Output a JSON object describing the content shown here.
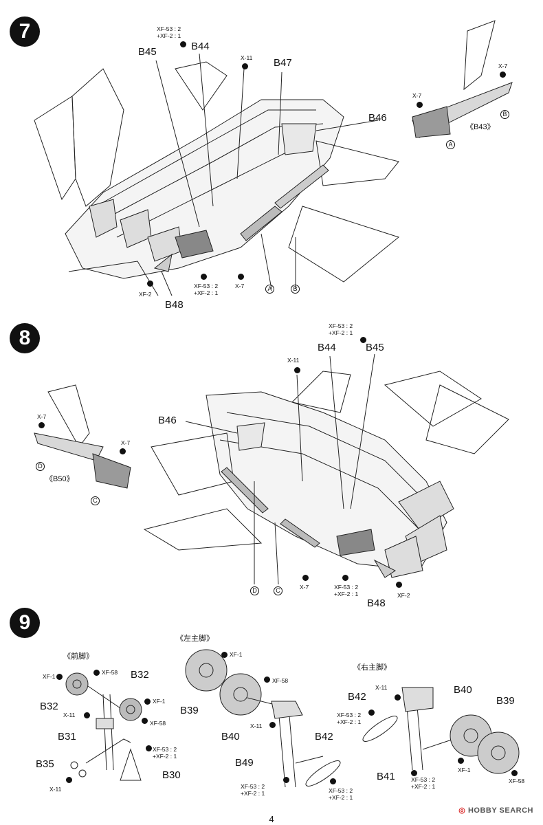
{
  "page_number": "4",
  "watermark": {
    "brand": "HOBBY",
    "rest": " SEARCH",
    "icon": "◎"
  },
  "paint_mix": "XF-53 : 2\n+XF-2 : 1",
  "steps": [
    {
      "number": "7"
    },
    {
      "number": "8"
    },
    {
      "number": "9"
    }
  ],
  "step7": {
    "B45": "B45",
    "B44": "B44",
    "B47": "B47",
    "B46": "B46",
    "B48": "B48",
    "x11": "X-11",
    "x7": "X-7",
    "xf2": "XF-2",
    "circle_a": "A",
    "circle_b": "B",
    "detail": {
      "title": "《B43》",
      "x7a": "X-7",
      "x7b": "X-7",
      "a": "A",
      "b": "B"
    }
  },
  "step8": {
    "B44": "B44",
    "B45": "B45",
    "B46": "B46",
    "B48": "B48",
    "x11": "X-11",
    "x7": "X-7",
    "xf2": "XF-2",
    "circle_c": "C",
    "circle_d": "D",
    "detail": {
      "title": "《B50》",
      "x7a": "X-7",
      "x7b": "X-7",
      "c": "C",
      "d": "D"
    }
  },
  "step9": {
    "nose": {
      "title": "《前脚》",
      "xf1a": "XF-1",
      "xf58a": "XF-58",
      "B32a": "B32",
      "B32b": "B32",
      "xf1b": "XF-1",
      "xf58b": "XF-58",
      "x11": "X-11",
      "B31": "B31",
      "B35": "B35",
      "x11b": "X-11",
      "B30": "B30"
    },
    "left": {
      "title": "《左主脚》",
      "xf1": "XF-1",
      "xf58": "XF-58",
      "B39": "B39",
      "B40": "B40",
      "x11": "X-11",
      "B42": "B42",
      "B49": "B49"
    },
    "right": {
      "title": "《右主脚》",
      "B42": "B42",
      "x11": "X-11",
      "B40": "B40",
      "B39": "B39",
      "B41": "B41",
      "xf1": "XF-1",
      "xf58": "XF-58"
    }
  },
  "colors": {
    "ink": "#111111",
    "shade": "#9a9a9a",
    "light": "#d6d6d6"
  }
}
